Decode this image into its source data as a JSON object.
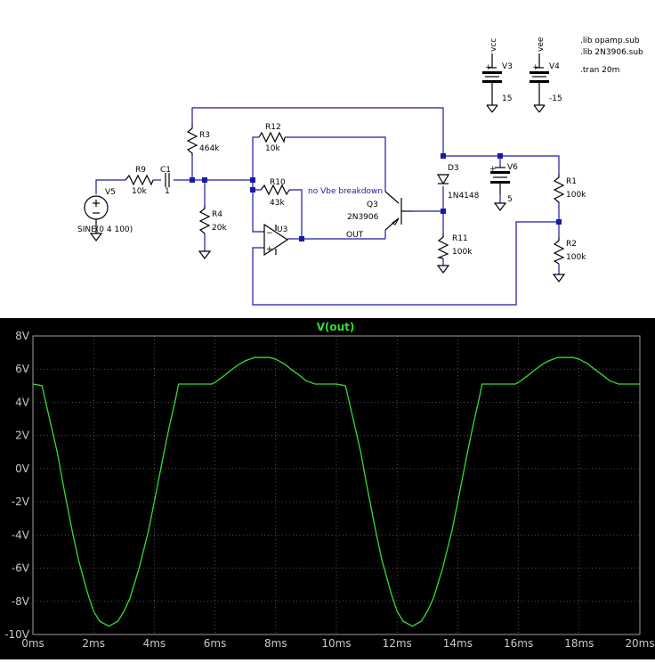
{
  "schematic": {
    "directives": [
      ".lib opamp.sub",
      ".lib 2N3906.sub",
      ".tran 20m"
    ],
    "components": {
      "V3": {
        "name": "V3",
        "value": "15",
        "net": "vcc"
      },
      "V4": {
        "name": "V4",
        "value": "-15",
        "net": "vee"
      },
      "V5": {
        "name": "V5",
        "value": "SINE(0 4 100)"
      },
      "V6": {
        "name": "V6",
        "value": "5"
      },
      "R1": {
        "name": "R1",
        "value": "100k"
      },
      "R2": {
        "name": "R2",
        "value": "100k"
      },
      "R3": {
        "name": "R3",
        "value": "464k"
      },
      "R4": {
        "name": "R4",
        "value": "20k"
      },
      "R9": {
        "name": "R9",
        "value": "10k"
      },
      "R10": {
        "name": "R10",
        "value": "43k"
      },
      "R11": {
        "name": "R11",
        "value": "100k"
      },
      "R12": {
        "name": "R12",
        "value": "10k"
      },
      "C1": {
        "name": "C1",
        "value": "1"
      },
      "D3": {
        "name": "D3",
        "value": "1N4148"
      },
      "Q3": {
        "name": "Q3",
        "value": "2N3906"
      },
      "U3": {
        "name": "U3"
      }
    },
    "annotation": "no Vbe breakdown",
    "out_label": "OUT"
  },
  "plot": {
    "title": "V(out)",
    "colors": {
      "trace": "#33dd33",
      "title": "#33dd33",
      "background": "#000000",
      "grid": "#808080",
      "tick_text": "#c8c8c8"
    },
    "y_ticks": [
      "8V",
      "6V",
      "4V",
      "2V",
      "0V",
      "-2V",
      "-4V",
      "-6V",
      "-8V",
      "-10V"
    ],
    "x_ticks": [
      "0ms",
      "2ms",
      "4ms",
      "6ms",
      "8ms",
      "10ms",
      "12ms",
      "14ms",
      "16ms",
      "18ms",
      "20ms"
    ]
  },
  "chart_data": {
    "type": "line",
    "title": "V(out)",
    "xlabel": "",
    "ylabel": "",
    "xlim": [
      0,
      20
    ],
    "ylim": [
      -10,
      8
    ],
    "x_unit": "ms",
    "y_unit": "V",
    "grid": true,
    "series": [
      {
        "name": "V(out)",
        "x": [
          0,
          0.3,
          0.5,
          0.8,
          1.0,
          1.3,
          1.5,
          1.8,
          2.0,
          2.2,
          2.5,
          2.8,
          3.0,
          3.2,
          3.5,
          3.8,
          4.0,
          4.3,
          4.5,
          4.7,
          4.8,
          5.0,
          5.5,
          5.9,
          6.0,
          6.3,
          6.5,
          6.8,
          7.0,
          7.3,
          7.5,
          7.8,
          8.0,
          8.3,
          8.5,
          8.8,
          9.0,
          9.3,
          9.5,
          10.0,
          10.3,
          10.5,
          10.8,
          11.0,
          11.3,
          11.5,
          11.8,
          12.0,
          12.2,
          12.5,
          12.8,
          13.0,
          13.2,
          13.5,
          13.8,
          14.0,
          14.3,
          14.5,
          14.7,
          14.8,
          15.0,
          15.5,
          15.9,
          16.0,
          16.3,
          16.5,
          16.8,
          17.0,
          17.3,
          17.5,
          17.8,
          18.0,
          18.3,
          18.5,
          18.8,
          19.0,
          19.3,
          19.5,
          20.0
        ],
        "values": [
          5.1,
          5.0,
          3.4,
          1.0,
          -1.0,
          -3.8,
          -5.5,
          -7.5,
          -8.6,
          -9.2,
          -9.5,
          -9.2,
          -8.6,
          -7.8,
          -6.0,
          -3.8,
          -2.0,
          0.8,
          2.6,
          4.2,
          5.1,
          5.1,
          5.1,
          5.1,
          5.2,
          5.6,
          5.9,
          6.3,
          6.5,
          6.7,
          6.7,
          6.7,
          6.6,
          6.3,
          6.0,
          5.6,
          5.3,
          5.1,
          5.1,
          5.1,
          5.0,
          3.4,
          1.0,
          -1.0,
          -3.8,
          -5.5,
          -7.5,
          -8.6,
          -9.2,
          -9.5,
          -9.2,
          -8.6,
          -7.8,
          -6.0,
          -3.8,
          -2.0,
          0.8,
          2.6,
          4.2,
          5.1,
          5.1,
          5.1,
          5.1,
          5.2,
          5.6,
          5.9,
          6.3,
          6.5,
          6.7,
          6.7,
          6.7,
          6.6,
          6.3,
          6.0,
          5.6,
          5.3,
          5.1,
          5.1,
          5.1
        ]
      }
    ]
  }
}
